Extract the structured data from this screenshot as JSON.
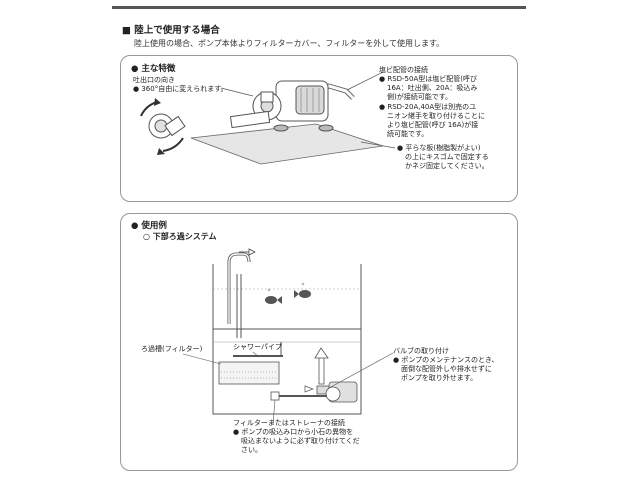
{
  "header": {
    "title": "■ 陸上で使用する場合",
    "subtitle": "陸上使用の場合、ポンプ本体よりフィルターカバー、フィルターを外して使用します。"
  },
  "features": {
    "heading": "● 主な特徴",
    "outlet_title": "吐出口の向き",
    "outlet_note": "● 360°自由に変えられます。",
    "pipe_title": "塩ビ配管の接続",
    "pipe_note1": [
      "● RSD-50A型は塩ビ配管(呼び",
      "16A：吐出側、20A：吸込み",
      "側)が接続可能です。"
    ],
    "pipe_note2": [
      "● RSD-20A,40A型は別売のユ",
      "ニオン継手を取り付けることに",
      "より塩ビ配管(呼び 16A)が接",
      "続可能です。"
    ],
    "plate_note": [
      "● 平らな板(樹脂製がよい)",
      "の上にキスゴムで固定する",
      "かネジ固定してください。"
    ]
  },
  "usage": {
    "heading": "● 使用例",
    "system": "○ 下部ろ過システム",
    "filter_tank": "ろ過槽(フィルター)",
    "shower_pipe": "シャワーパイプ",
    "valve_title": "バルブの取り付け",
    "valve_note": [
      "● ポンプのメンテナンスのとき、",
      "面倒な配管外しや排水せずに",
      "ポンプを取り外せます。"
    ],
    "strainer_title": "フィルターまたはストレーナの接続",
    "strainer_note": [
      "● ポンプの吸込み口から小石の異物を",
      "吸込まないように必ず取り付けてくだ",
      "さい。"
    ]
  }
}
